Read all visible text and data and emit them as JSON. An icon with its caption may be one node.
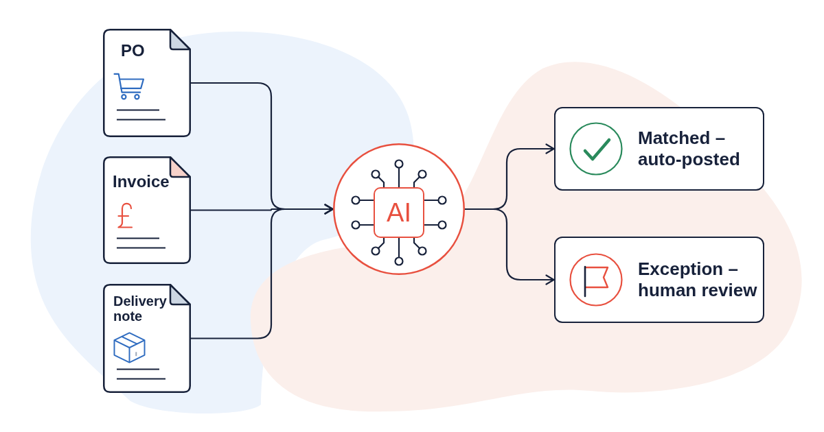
{
  "diagram": {
    "nodes": [
      {
        "text": [
          "PO"
        ]
      },
      {
        "text": [
          "Invoice"
        ]
      },
      {
        "text": [
          "Delivery note"
        ]
      },
      {
        "text": [
          "AI"
        ]
      },
      {
        "text": [
          "Matched – auto-posted"
        ]
      },
      {
        "text": [
          "Exception – human review"
        ]
      }
    ],
    "edges": [
      {
        "from": 0,
        "to": 3,
        "arrow": "to"
      },
      {
        "from": 1,
        "to": 3,
        "arrow": "to"
      },
      {
        "from": 2,
        "to": 3,
        "arrow": "to"
      },
      {
        "from": 3,
        "to": 4,
        "arrow": "to"
      },
      {
        "from": 3,
        "to": 5,
        "arrow": "to"
      }
    ]
  }
}
